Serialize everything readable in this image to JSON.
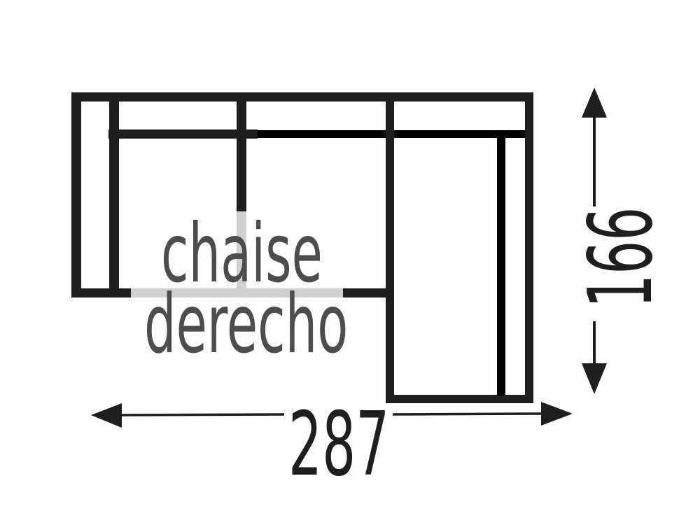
{
  "diagram": {
    "type": "sofa-floor-plan",
    "label_line1": "chaise",
    "label_line2": "derecho",
    "width_dimension": "287",
    "depth_dimension": "166",
    "colors": {
      "outline": "#1e1e1e",
      "ghost_lines": "#d0d0d0",
      "label_text": "#4d4d4d",
      "background": "#ffffff"
    }
  }
}
